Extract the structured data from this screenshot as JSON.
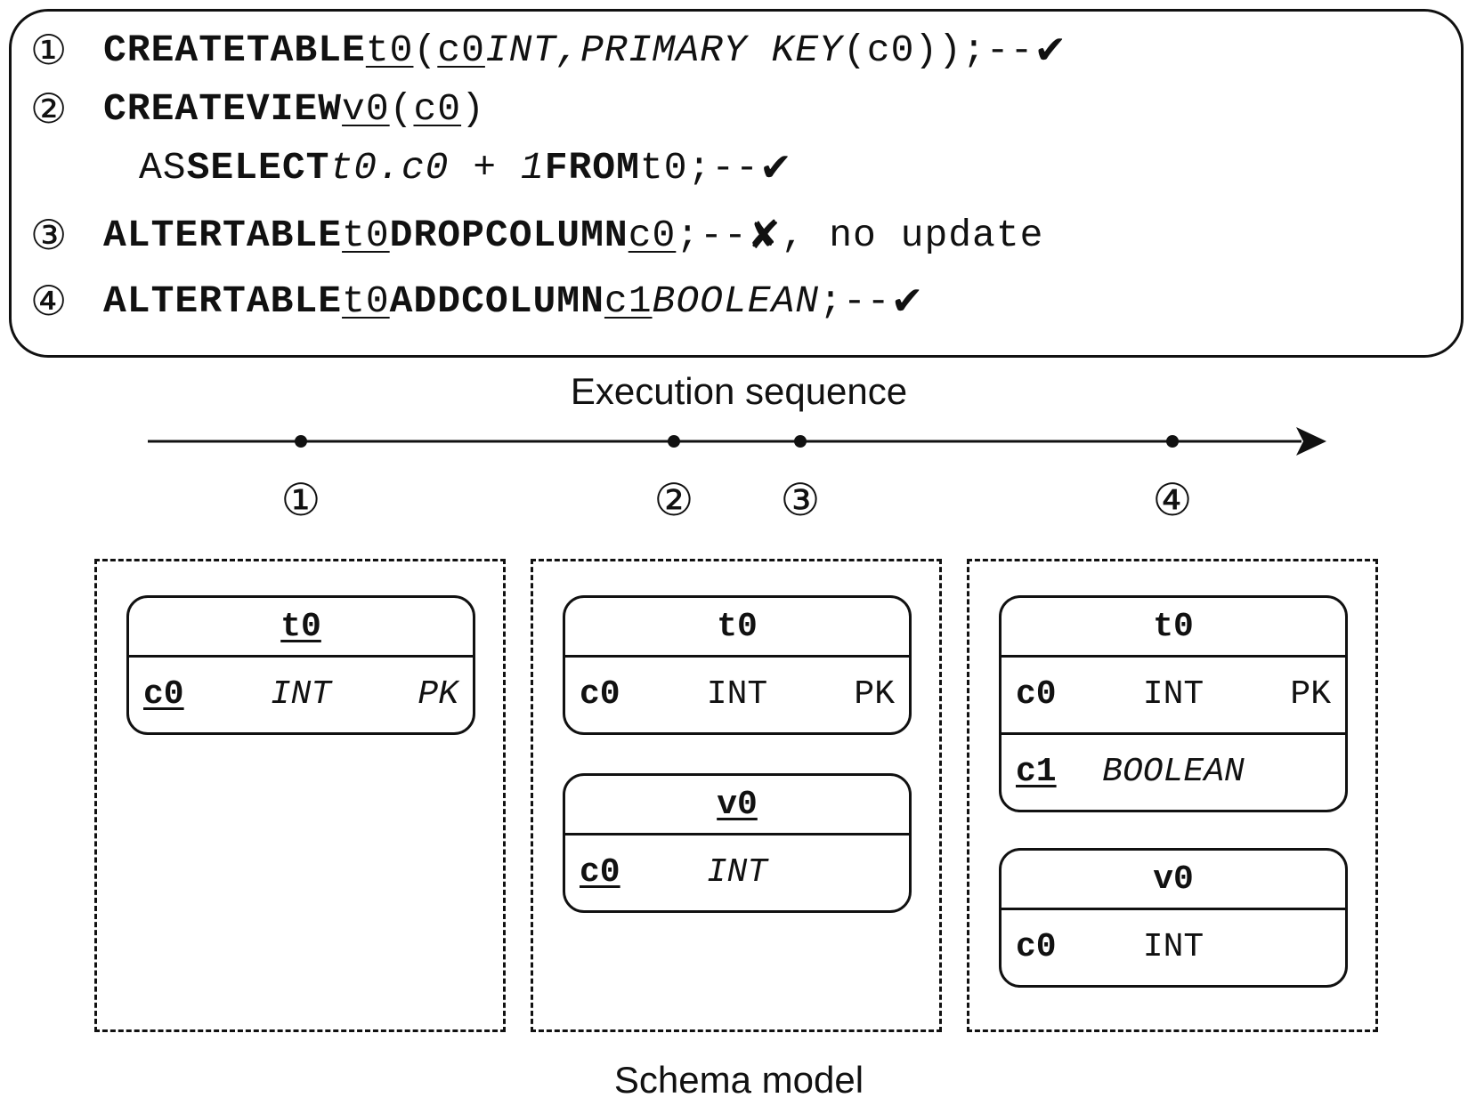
{
  "code": {
    "line1": {
      "num": "①",
      "k1": "CREATE",
      "k2": "TABLE",
      "t": "t0",
      "p1": "(",
      "c": "c0",
      "ty1": "INT,",
      "ty2": "PRIMARY KEY",
      "rest": "(c0));",
      "cm": "--",
      "mark": "✔"
    },
    "line2": {
      "num": "②",
      "k1": "CREATE",
      "k2": "VIEW",
      "v": "v0",
      "p1": "(",
      "c": "c0",
      "p2": ")"
    },
    "line3": {
      "as": "AS",
      "k1": "SELECT",
      "expr": "t0.c0 + 1",
      "k2": "FROM",
      "rest": "t0;",
      "cm": "--",
      "mark": "✔"
    },
    "line4": {
      "num": "③",
      "k1": "ALTER",
      "k2": "TABLE",
      "t": "t0",
      "k3": "DROP",
      "k4": "COLUMN",
      "c": "c0",
      "semi": ";",
      "cm": "--",
      "mark": "✘",
      "tail": ", no update"
    },
    "line5": {
      "num": "④",
      "k1": "ALTER",
      "k2": "TABLE",
      "t": "t0",
      "k3": "ADD",
      "k4": "COLUMN",
      "c": "c1",
      "ty": "BOOLEAN",
      "semi": ";",
      "cm": "--",
      "mark": "✔"
    }
  },
  "timeline": {
    "title": "Execution sequence",
    "ticks": [
      "①",
      "②",
      "③",
      "④"
    ]
  },
  "schema": {
    "title": "Schema model",
    "panel1": {
      "t_name": "t0",
      "t_col": "c0",
      "t_type": "INT",
      "t_key": "PK"
    },
    "panel2": {
      "t_name": "t0",
      "t_col": "c0",
      "t_type": "INT",
      "t_key": "PK",
      "v_name": "v0",
      "v_col": "c0",
      "v_type": "INT"
    },
    "panel3": {
      "t_name": "t0",
      "t_col": "c0",
      "t_type": "INT",
      "t_key": "PK",
      "t_col2": "c1",
      "t_type2": "BOOLEAN",
      "v_name": "v0",
      "v_col": "c0",
      "v_type": "INT"
    }
  }
}
